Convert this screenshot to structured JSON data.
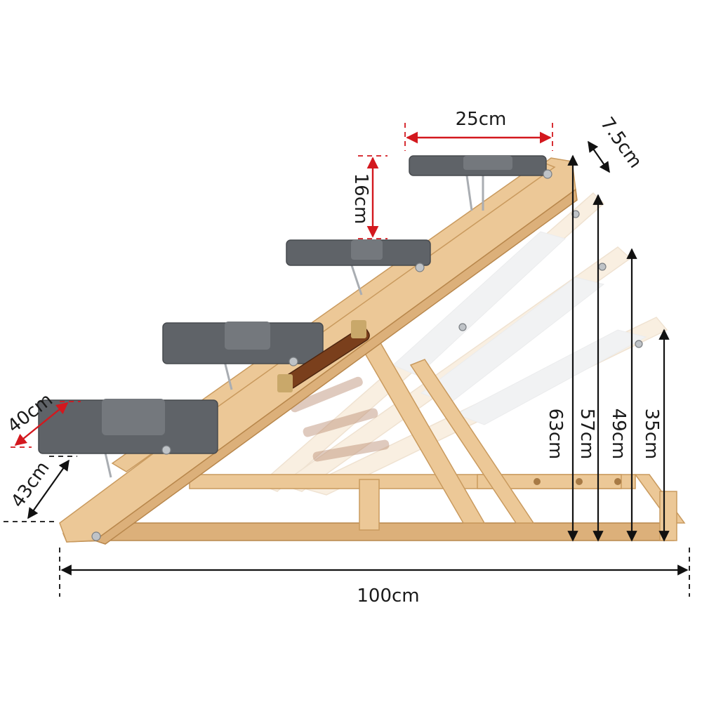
{
  "dimensions": {
    "step_width": "25cm",
    "step_rise": "16cm",
    "step_depth": "7.5cm",
    "ramp_width": "40cm",
    "lower_depth": "43cm",
    "total_length": "100cm",
    "height_1": "63cm",
    "height_2": "57cm",
    "height_3": "49cm",
    "height_4": "35cm"
  },
  "colors": {
    "dimension_red": "#d3181e",
    "dimension_black": "#111111",
    "wood": "#ecc897",
    "carpet": "#5f6368",
    "handle": "#7a3f1c"
  }
}
